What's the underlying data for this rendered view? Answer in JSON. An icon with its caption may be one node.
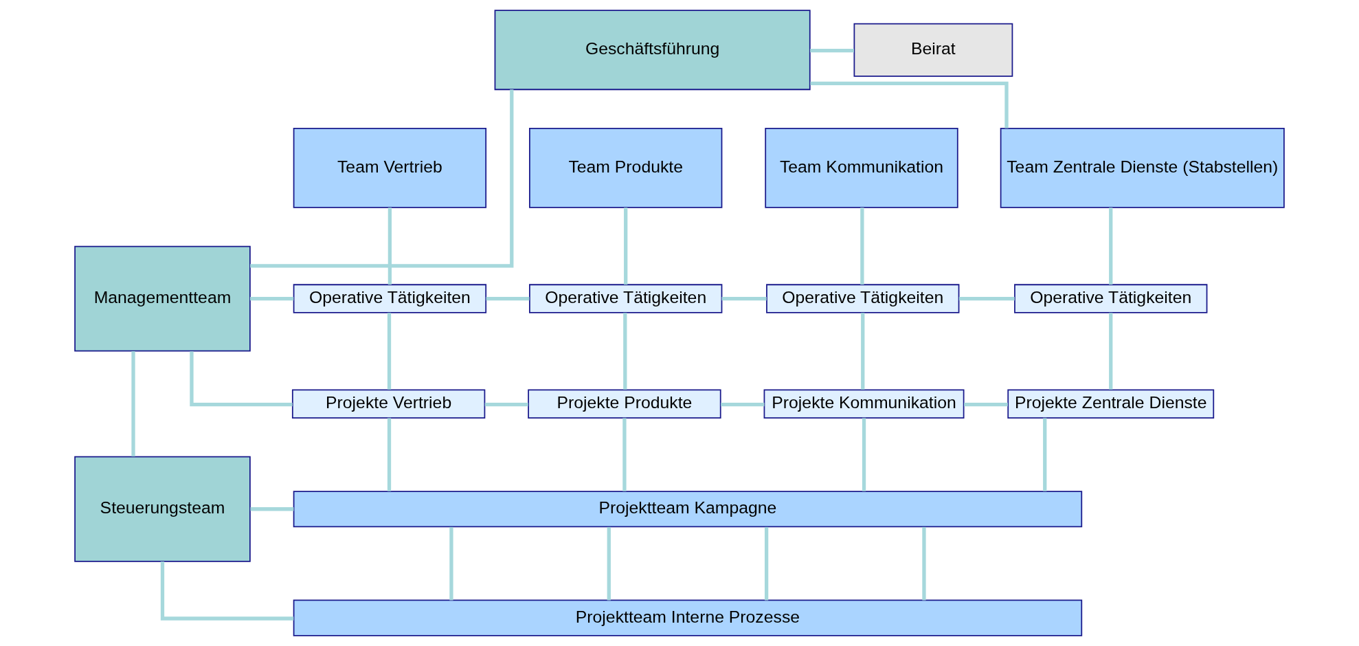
{
  "diagram": {
    "nodes": [
      {
        "text": [
          "Geschäftsführung"
        ]
      },
      {
        "text": [
          "Beirat"
        ]
      },
      {
        "text": [
          "Team Vertrieb"
        ]
      },
      {
        "text": [
          "Team Produkte"
        ]
      },
      {
        "text": [
          "Team Kommunikation"
        ]
      },
      {
        "text": [
          "Team Zentrale Dienste (Stabstellen)"
        ]
      },
      {
        "text": [
          "Managementteam"
        ]
      },
      {
        "text": [
          "Operative Tätigkeiten"
        ]
      },
      {
        "text": [
          "Operative Tätigkeiten"
        ]
      },
      {
        "text": [
          "Operative Tätigkeiten"
        ]
      },
      {
        "text": [
          "Operative Tätigkeiten"
        ]
      },
      {
        "text": [
          "Projekte Vertrieb"
        ]
      },
      {
        "text": [
          "Projekte Produkte"
        ]
      },
      {
        "text": [
          "Projekte Kommunikation"
        ]
      },
      {
        "text": [
          "Projekte Zentrale Dienste"
        ]
      },
      {
        "text": [
          "Steuerungsteam"
        ]
      },
      {
        "text": [
          "Projektteam Kampagne"
        ]
      },
      {
        "text": [
          "Projektteam Interne Prozesse"
        ]
      }
    ],
    "edges": [
      {
        "from": 0,
        "to": 1,
        "arrow": "none"
      },
      {
        "from": 0,
        "to": 6,
        "arrow": "none"
      },
      {
        "from": 0,
        "to": 5,
        "arrow": "none"
      },
      {
        "from": 2,
        "to": 7,
        "arrow": "none"
      },
      {
        "from": 3,
        "to": 8,
        "arrow": "none"
      },
      {
        "from": 4,
        "to": 9,
        "arrow": "none"
      },
      {
        "from": 5,
        "to": 10,
        "arrow": "none"
      },
      {
        "from": 6,
        "to": 7,
        "arrow": "none"
      },
      {
        "from": 7,
        "to": 8,
        "arrow": "none"
      },
      {
        "from": 8,
        "to": 9,
        "arrow": "none"
      },
      {
        "from": 9,
        "to": 10,
        "arrow": "none"
      },
      {
        "from": 7,
        "to": 11,
        "arrow": "none"
      },
      {
        "from": 8,
        "to": 12,
        "arrow": "none"
      },
      {
        "from": 9,
        "to": 13,
        "arrow": "none"
      },
      {
        "from": 10,
        "to": 14,
        "arrow": "none"
      },
      {
        "from": 6,
        "to": 11,
        "arrow": "none"
      },
      {
        "from": 11,
        "to": 12,
        "arrow": "none"
      },
      {
        "from": 12,
        "to": 13,
        "arrow": "none"
      },
      {
        "from": 13,
        "to": 14,
        "arrow": "none"
      },
      {
        "from": 6,
        "to": 15,
        "arrow": "none"
      },
      {
        "from": 11,
        "to": 16,
        "arrow": "none"
      },
      {
        "from": 12,
        "to": 16,
        "arrow": "none"
      },
      {
        "from": 13,
        "to": 16,
        "arrow": "none"
      },
      {
        "from": 14,
        "to": 16,
        "arrow": "none"
      },
      {
        "from": 15,
        "to": 16,
        "arrow": "none"
      },
      {
        "from": 16,
        "to": 17,
        "arrow": "none"
      },
      {
        "from": 16,
        "to": 17,
        "arrow": "none"
      },
      {
        "from": 16,
        "to": 17,
        "arrow": "none"
      },
      {
        "from": 16,
        "to": 17,
        "arrow": "none"
      },
      {
        "from": 15,
        "to": 17,
        "arrow": "none"
      }
    ]
  }
}
